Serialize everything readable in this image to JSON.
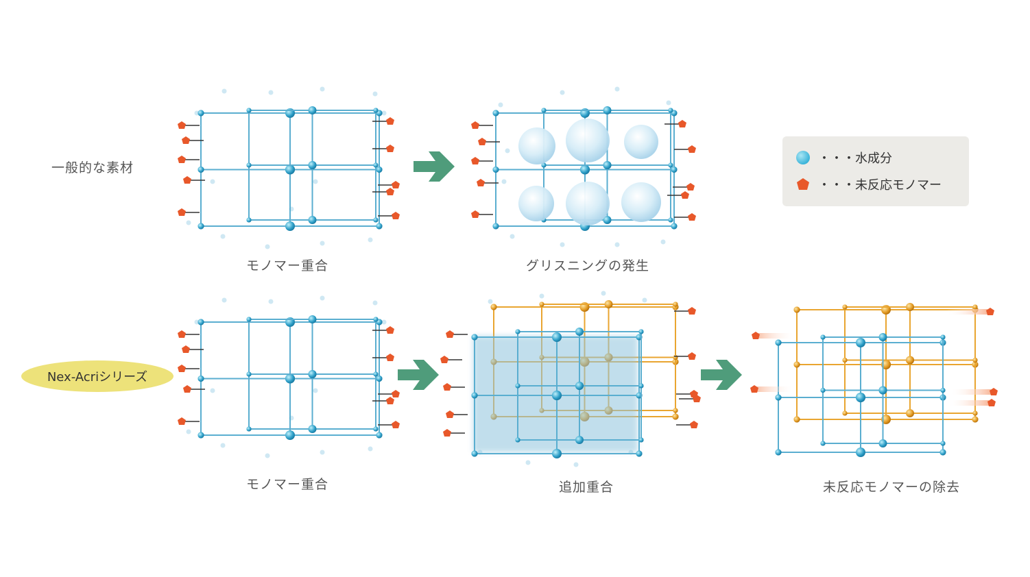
{
  "rows": {
    "general": {
      "label": "一般的な素材"
    },
    "nexacri": {
      "label": "Nex-Acriシリーズ"
    }
  },
  "captions": {
    "c1": "モノマー重合",
    "c2": "グリスニングの発生",
    "c3": "モノマー重合",
    "c4": "追加重合",
    "c5": "未反応モノマーの除去"
  },
  "legend": {
    "water": {
      "text": "・・・水成分",
      "icon": "blue-circle",
      "color": "#3bb4d9"
    },
    "monomer": {
      "text": "・・・未反応モノマー",
      "icon": "orange-pentagon",
      "color": "#e8582a"
    }
  },
  "colors": {
    "blue_lattice": "#5aaed0",
    "orange_lattice": "#e9a530",
    "arrow": "#4f9c7b",
    "monomer": "#e8582a"
  }
}
